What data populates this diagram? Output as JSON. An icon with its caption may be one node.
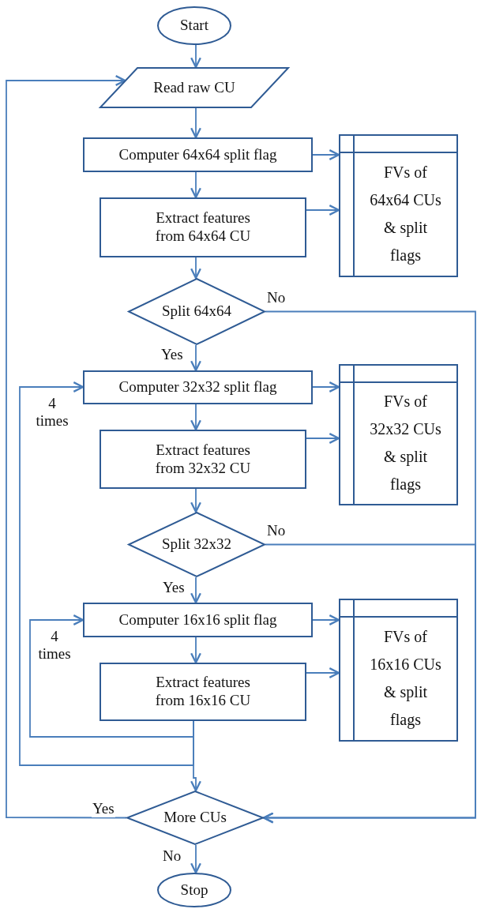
{
  "diagram": {
    "nodes": [
      {
        "text": [
          "Start"
        ]
      },
      {
        "text": [
          "Read raw CU"
        ]
      },
      {
        "text": [
          "Computer 64x64 split flag"
        ]
      },
      {
        "text": [
          "Extract features from 64x64 CU"
        ]
      },
      {
        "text": [
          "FVs of 64x64 CUs & split flags"
        ]
      },
      {
        "text": [
          "Split 64x64"
        ]
      },
      {
        "text": [
          "Computer 32x32 split flag"
        ]
      },
      {
        "text": [
          "Extract features from 32x32 CU"
        ]
      },
      {
        "text": [
          "FVs of 32x32 CUs & split flags"
        ]
      },
      {
        "text": [
          "Split 32x32"
        ]
      },
      {
        "text": [
          "Computer 16x16 split flag"
        ]
      },
      {
        "text": [
          "Extract features from 16x16 CU"
        ]
      },
      {
        "text": [
          "FVs of 16x16 CUs & split flags"
        ]
      },
      {
        "text": [
          "More CUs"
        ]
      },
      {
        "text": [
          "Stop"
        ]
      }
    ],
    "edges": [
      {
        "from": 0,
        "to": 1,
        "arrow": "to"
      },
      {
        "from": 1,
        "to": 2,
        "arrow": "to"
      },
      {
        "from": 2,
        "to": 3,
        "arrow": "to"
      },
      {
        "from": 2,
        "to": 4,
        "arrow": "to"
      },
      {
        "from": 3,
        "to": 4,
        "arrow": "to"
      },
      {
        "from": 3,
        "to": 5,
        "arrow": "to"
      },
      {
        "from": 5,
        "to": 6,
        "arrow": "to",
        "label": "Yes"
      },
      {
        "from": 6,
        "to": 7,
        "arrow": "to"
      },
      {
        "from": 6,
        "to": 8,
        "arrow": "to"
      },
      {
        "from": 7,
        "to": 8,
        "arrow": "to"
      },
      {
        "from": 7,
        "to": 9,
        "arrow": "to"
      },
      {
        "from": 9,
        "to": 10,
        "arrow": "to",
        "label": "Yes"
      },
      {
        "from": 10,
        "to": 11,
        "arrow": "to"
      },
      {
        "from": 10,
        "to": 12,
        "arrow": "to"
      },
      {
        "from": 11,
        "to": 12,
        "arrow": "to"
      },
      {
        "from": 5,
        "to": 13,
        "arrow": "to",
        "label": "No"
      },
      {
        "from": 9,
        "to": 13,
        "arrow": "to",
        "label": "No"
      },
      {
        "from": 11,
        "to": 13,
        "arrow": "to"
      },
      {
        "from": 11,
        "to": 10,
        "arrow": "to",
        "label": "4 times"
      },
      {
        "from": 11,
        "to": 6,
        "arrow": "to",
        "label": "4 times"
      },
      {
        "from": 13,
        "to": 1,
        "arrow": "to",
        "label": "Yes"
      },
      {
        "from": 13,
        "to": 14,
        "arrow": "to",
        "label": "No"
      }
    ]
  }
}
